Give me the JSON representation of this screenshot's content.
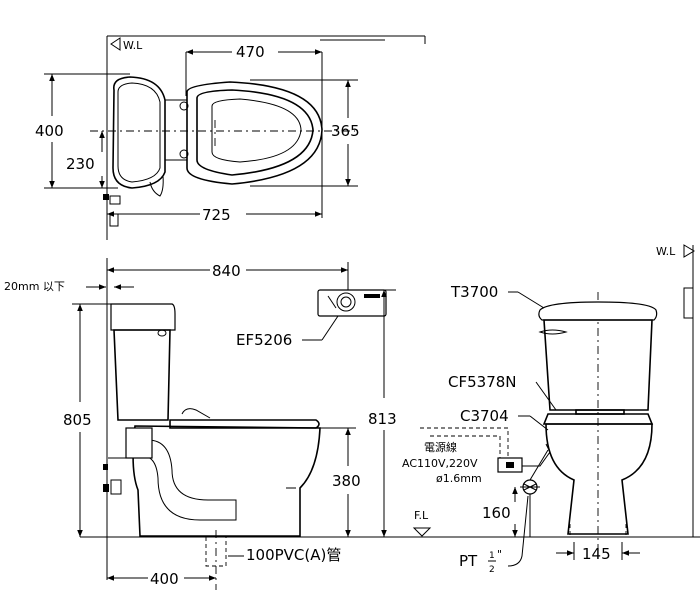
{
  "top_view": {
    "water_line": "W.L",
    "dim_470": "470",
    "dim_400": "400",
    "dim_365": "365",
    "dim_230": "230",
    "dim_725": "725"
  },
  "side_view": {
    "dim_840": "840",
    "clearance": "20mm 以下",
    "part_ef": "EF5206",
    "dim_805": "805",
    "dim_813": "813",
    "dim_380": "380",
    "pipe": "100PVC(A)管",
    "dim_400": "400"
  },
  "front_view": {
    "water_line": "W.L",
    "part_tank": "T3700",
    "part_cf": "CF5378N",
    "part_c": "C3704",
    "power_title": "電源線",
    "power_voltage": "AC110V,220V",
    "power_wire": "ø1.6mm",
    "floor_line": "F.L",
    "dim_160": "160",
    "pt_label": "PT",
    "pt_num": "1",
    "pt_den": "2",
    "pt_unit": "\"",
    "dim_145": "145"
  }
}
